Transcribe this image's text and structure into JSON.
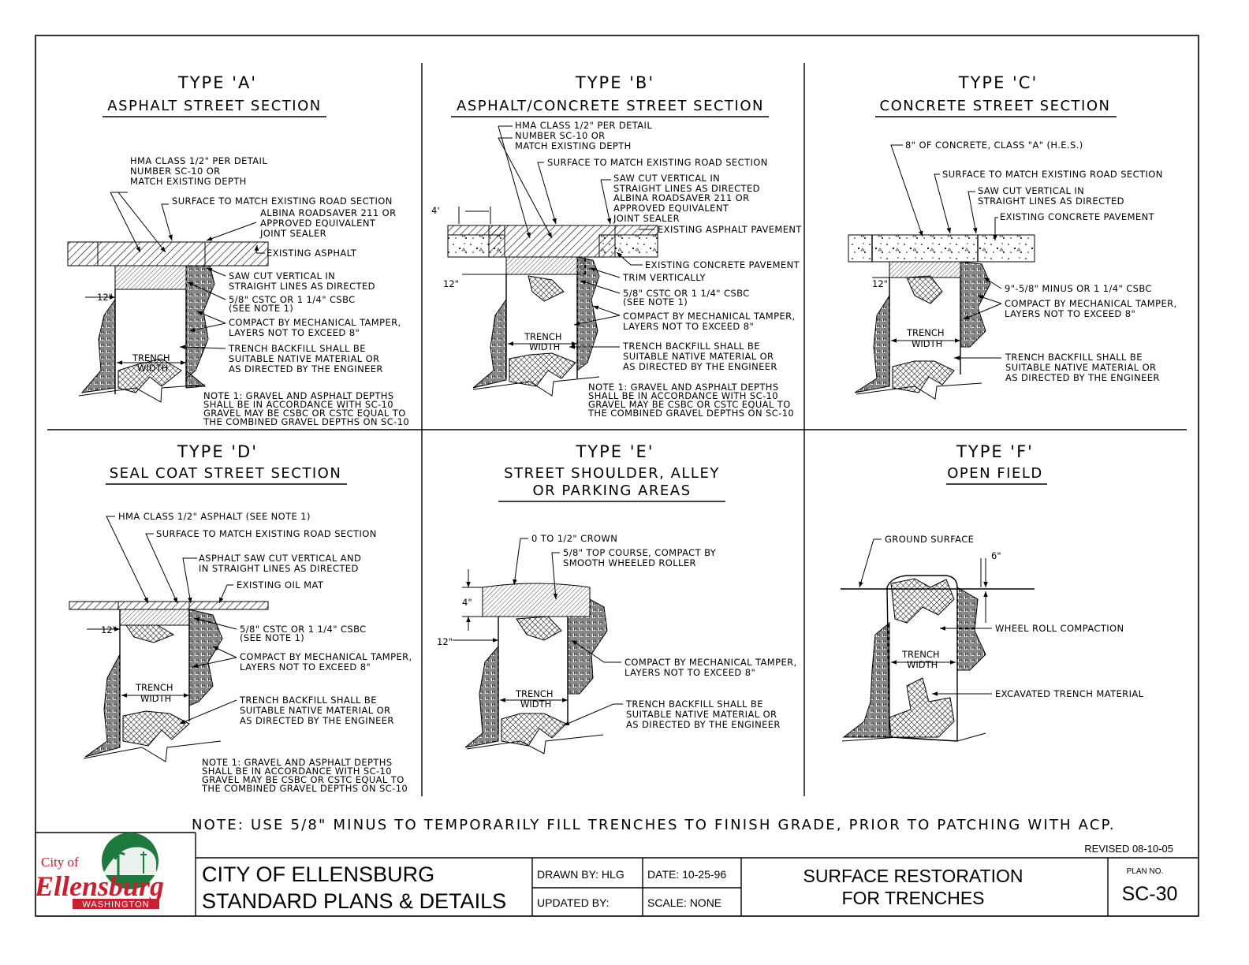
{
  "details": {
    "a": {
      "title": "TYPE 'A'",
      "subtitle": "ASPHALT STREET SECTION",
      "labels": {
        "hma": [
          "HMA CLASS 1/2\" PER DETAIL",
          "NUMBER SC-10 OR",
          "MATCH EXISTING DEPTH"
        ],
        "surface": "SURFACE TO MATCH EXISTING ROAD SECTION",
        "albina": [
          "ALBINA ROADSAVER 211 OR",
          "APPROVED EQUIVALENT",
          "JOINT SEALER"
        ],
        "existing": "EXISTING ASPHALT",
        "sawcut": [
          "SAW CUT VERTICAL IN",
          "STRAIGHT LINES AS DIRECTED"
        ],
        "cstc": [
          "5/8\" CSTC OR 1 1/4\" CSBC",
          "(SEE NOTE 1)"
        ],
        "compact": [
          "COMPACT BY MECHANICAL TAMPER,",
          "LAYERS NOT TO EXCEED 8\""
        ],
        "backfill": [
          "TRENCH BACKFILL SHALL BE",
          "SUITABLE NATIVE MATERIAL OR",
          "AS DIRECTED BY THE ENGINEER"
        ],
        "trench": [
          "TRENCH",
          "WIDTH"
        ],
        "dim12": "12\""
      },
      "note": [
        "NOTE 1:  GRAVEL AND ASPHALT DEPTHS",
        "SHALL BE IN ACCORDANCE WITH SC-10",
        "GRAVEL MAY BE CSBC OR CSTC EQUAL TO",
        "THE COMBINED GRAVEL DEPTHS ON SC-10"
      ]
    },
    "b": {
      "title": "TYPE 'B'",
      "subtitle": "ASPHALT/CONCRETE STREET SECTION",
      "labels": {
        "hma": [
          "HMA CLASS 1/2\" PER DETAIL",
          "NUMBER SC-10 OR",
          "MATCH EXISTING DEPTH"
        ],
        "surface": "SURFACE TO MATCH EXISTING ROAD SECTION",
        "sawcut": [
          "SAW CUT VERTICAL IN",
          "STRAIGHT LINES AS DIRECTED",
          "ALBINA ROADSAVER 211 OR",
          "APPROVED EQUIVALENT",
          "JOINT SEALER"
        ],
        "existing_asphalt": "EXISTING ASPHALT PAVEMENT",
        "existing_concrete": "EXISTING CONCRETE PAVEMENT",
        "trim": "TRIM VERTICALLY",
        "cstc": [
          "5/8\" CSTC OR 1 1/4\" CSBC",
          "(SEE NOTE 1)"
        ],
        "compact": [
          "COMPACT BY MECHANICAL TAMPER,",
          "LAYERS NOT TO EXCEED 8\""
        ],
        "backfill": [
          "TRENCH BACKFILL SHALL BE",
          "SUITABLE NATIVE MATERIAL OR",
          "AS DIRECTED BY THE ENGINEER"
        ],
        "trench": [
          "TRENCH",
          "WIDTH"
        ],
        "dim4": "4'",
        "dim12": "12\""
      },
      "note": [
        "NOTE 1:  GRAVEL AND ASPHALT DEPTHS",
        "SHALL BE IN ACCORDANCE WITH SC-10",
        "GRAVEL MAY BE CSBC OR CSTC EQUAL TO",
        "THE COMBINED GRAVEL DEPTHS ON SC-10"
      ]
    },
    "c": {
      "title": "TYPE 'C'",
      "subtitle": "CONCRETE STREET SECTION",
      "labels": {
        "concrete": "8\" OF CONCRETE, CLASS \"A\" (H.E.S.)",
        "surface": "SURFACE TO MATCH EXISTING ROAD SECTION",
        "sawcut": [
          "SAW CUT VERTICAL IN",
          "STRAIGHT LINES AS DIRECTED"
        ],
        "existing": "EXISTING CONCRETE PAVEMENT",
        "minus": "9\"-5/8\" MINUS OR 1 1/4\" CSBC",
        "compact": [
          "COMPACT BY MECHANICAL TAMPER,",
          "LAYERS NOT TO EXCEED 8\""
        ],
        "backfill": [
          "TRENCH BACKFILL SHALL BE",
          "SUITABLE NATIVE MATERIAL OR",
          "AS DIRECTED BY THE ENGINEER"
        ],
        "trench": [
          "TRENCH",
          "WIDTH"
        ],
        "dim12": "12\""
      }
    },
    "d": {
      "title": "TYPE 'D'",
      "subtitle": "SEAL COAT STREET SECTION",
      "labels": {
        "hma": "HMA CLASS 1/2\" ASPHALT (SEE NOTE 1)",
        "surface": "SURFACE TO MATCH EXISTING ROAD SECTION",
        "sawcut": [
          "ASPHALT SAW CUT VERTICAL AND",
          "IN STRAIGHT LINES AS DIRECTED"
        ],
        "existing": "EXISTING OIL MAT",
        "cstc": [
          "5/8\" CSTC OR 1 1/4\" CSBC",
          "(SEE NOTE 1)"
        ],
        "compact": [
          "COMPACT BY MECHANICAL TAMPER,",
          "LAYERS NOT TO EXCEED 8\""
        ],
        "backfill": [
          "TRENCH BACKFILL SHALL BE",
          "SUITABLE NATIVE MATERIAL OR",
          "AS DIRECTED BY THE ENGINEER"
        ],
        "trench": [
          "TRENCH",
          "WIDTH"
        ],
        "dim12": "12\""
      },
      "note": [
        "NOTE 1:  GRAVEL AND ASPHALT DEPTHS",
        "SHALL BE IN ACCORDANCE WITH SC-10",
        "GRAVEL MAY BE CSBC OR CSTC EQUAL TO",
        "THE COMBINED GRAVEL DEPTHS ON SC-10"
      ]
    },
    "e": {
      "title": "TYPE 'E'",
      "subtitle": [
        "STREET SHOULDER, ALLEY",
        "OR PARKING AREAS"
      ],
      "labels": {
        "crown": "0 TO 1/2\" CROWN",
        "top": [
          "5/8\" TOP COURSE, COMPACT BY",
          "SMOOTH WHEELED ROLLER"
        ],
        "compact": [
          "COMPACT BY MECHANICAL TAMPER,",
          "LAYERS NOT TO EXCEED 8\""
        ],
        "backfill": [
          "TRENCH BACKFILL SHALL BE",
          "SUITABLE NATIVE MATERIAL OR",
          "AS DIRECTED BY THE ENGINEER"
        ],
        "trench": [
          "TRENCH",
          "WIDTH"
        ],
        "dim4": "4\"",
        "dim12": "12\""
      }
    },
    "f": {
      "title": "TYPE 'F'",
      "subtitle": "OPEN FIELD",
      "labels": {
        "ground": "GROUND SURFACE",
        "dim6": "6\"",
        "wheel": "WHEEL ROLL COMPACTION",
        "excavated": "EXCAVATED TRENCH MATERIAL",
        "trench": [
          "TRENCH",
          "WIDTH"
        ]
      }
    }
  },
  "general_note": "NOTE: USE 5/8\" MINUS TO TEMPORARILY FILL TRENCHES TO FINISH GRADE, PRIOR TO PATCHING WITH ACP.",
  "revised": "REVISED 08-10-05",
  "title_block": {
    "logo": {
      "top": "City of",
      "name": "Ellensburg",
      "state": "WASHINGTON"
    },
    "org_line1": "CITY OF ELLENSBURG",
    "org_line2": "STANDARD PLANS & DETAILS",
    "drawn_by": "DRAWN BY:  HLG",
    "updated_by": "UPDATED BY:",
    "date": "DATE: 10-25-96",
    "scale": "SCALE:  NONE",
    "sheet_title1": "SURFACE RESTORATION",
    "sheet_title2": "FOR TRENCHES",
    "plan_no_label": "PLAN NO.",
    "plan_no": "SC-30"
  },
  "colors": {
    "logo_red": "#c8202f",
    "logo_green": "#1e7a3c",
    "ink": "#000000"
  }
}
